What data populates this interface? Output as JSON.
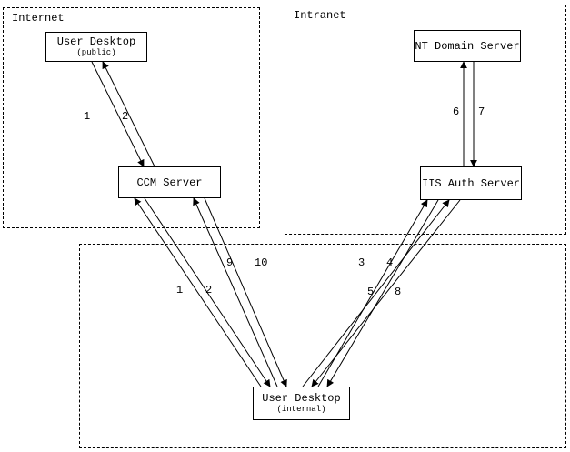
{
  "diagram": {
    "zones": {
      "internet": {
        "label": "Internet"
      },
      "intranet": {
        "label": "Intranet"
      }
    },
    "nodes": {
      "user_desktop_public": {
        "title": "User Desktop",
        "subtitle": "(public)"
      },
      "ccm_server": {
        "title": "CCM Server"
      },
      "nt_domain_server": {
        "title": "NT Domain Server"
      },
      "iis_auth_server": {
        "title": "IIS Auth Server"
      },
      "user_desktop_internal": {
        "title": "User Desktop",
        "subtitle": "(internal)"
      }
    },
    "edge_labels": {
      "public_1": "1",
      "public_2": "2",
      "nt_6": "6",
      "nt_7": "7",
      "internal_9": "9",
      "internal_10": "10",
      "internal_1": "1",
      "internal_2": "2",
      "internal_3": "3",
      "internal_4": "4",
      "internal_5": "5",
      "internal_8": "8"
    },
    "colors": {
      "line": "#000000",
      "background": "#ffffff"
    }
  }
}
